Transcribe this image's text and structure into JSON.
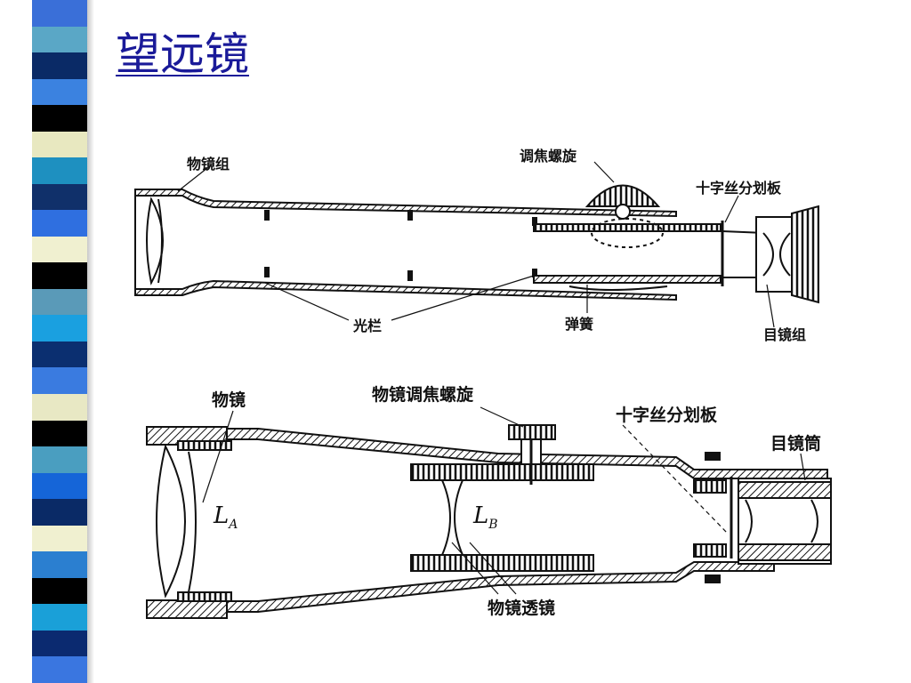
{
  "title": "望远镜",
  "colors": {
    "title": "#1a1a99",
    "stripes": [
      "#3a6fd8",
      "#5aa7c6",
      "#0a2a66",
      "#3b82e0",
      "#000000",
      "#e8e8c0",
      "#1e90c0",
      "#10306a",
      "#2f6fe0",
      "#f0f0d0",
      "#000000",
      "#5a9ab8",
      "#1aa0e0",
      "#0b2f70",
      "#3a7be0",
      "#e8e8c4",
      "#000000",
      "#4a9ec0",
      "#1565d8",
      "#0a2a66",
      "#f0f0d0",
      "#2b7fd0",
      "#000000",
      "#1aa0d8",
      "#0b2a70",
      "#3a76e0"
    ]
  },
  "diagram_top": {
    "labels": {
      "objective_group": "物镜组",
      "focus_knob": "调焦螺旋",
      "reticle": "十字丝分划板",
      "stop": "光栏",
      "spring": "弹簧",
      "eyepiece_group": "目镜组"
    }
  },
  "diagram_bottom": {
    "labels": {
      "objective": "物镜",
      "objective_focus_knob": "物镜调焦螺旋",
      "reticle": "十字丝分划板",
      "eyepiece_tube": "目镜筒",
      "objective_lens": "物镜透镜",
      "la_main": "L",
      "la_sub": "A",
      "lb_main": "L",
      "lb_sub": "B"
    }
  }
}
